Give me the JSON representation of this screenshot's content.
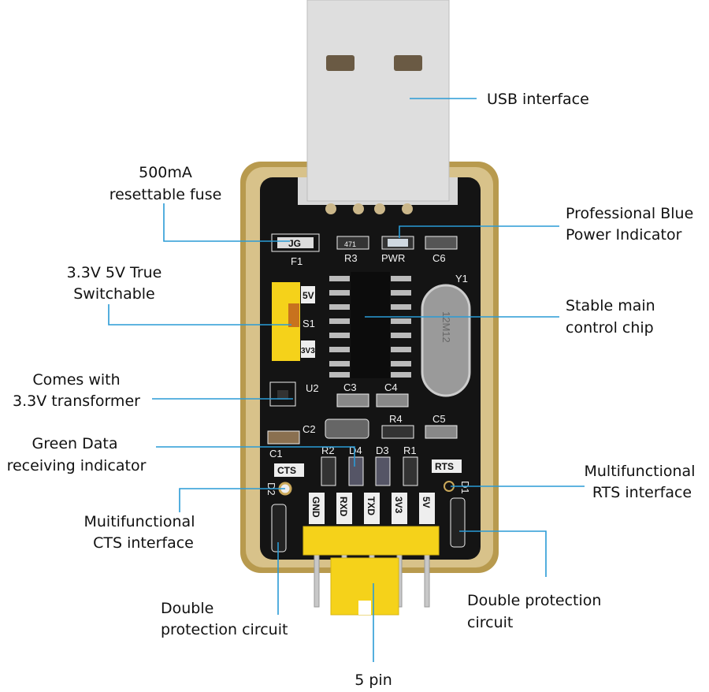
{
  "callouts": {
    "usb": "USB interface",
    "fuse": [
      "500mA",
      "resettable fuse"
    ],
    "power_led": [
      "Professional Blue",
      "Power Indicator"
    ],
    "switch": [
      "3.3V 5V True",
      "Switchable"
    ],
    "chip": [
      "Stable main",
      "control chip"
    ],
    "transformer": [
      "Comes with",
      "3.3V transformer"
    ],
    "data_led": [
      "Green Data",
      "receiving indicator"
    ],
    "rts": [
      "Multifunctional",
      "RTS interface"
    ],
    "cts": [
      "Muitifunctional",
      "CTS interface"
    ],
    "protect_left": [
      "Double",
      "protection circuit"
    ],
    "protect_right": [
      "Double protection",
      "circuit"
    ],
    "pins": "5 pin"
  },
  "silkscreen": {
    "f1": "F1",
    "r3": "R3",
    "pwr": "PWR",
    "c6": "C6",
    "y1": "Y1",
    "sw_5v": "5V",
    "s1": "S1",
    "sw_3v3": "3V3",
    "u2": "U2",
    "c3": "C3",
    "c4": "C4",
    "c2": "C2",
    "r4": "R4",
    "c5": "C5",
    "c1": "C1",
    "r2": "R2",
    "d4": "D4",
    "d3": "D3",
    "r1": "R1",
    "cts": "CTS",
    "rts": "RTS",
    "d2": "D2",
    "d1": "D1",
    "fuse_mark": "JG",
    "r3_mark": "471",
    "crystal": "12M12",
    "pins": [
      "GND",
      "RXD",
      "TXD",
      "3V3",
      "5V"
    ]
  },
  "colors": {
    "board": "#111111",
    "gold": "#c9a85a",
    "callout_line": "#2a9bd6",
    "header": "#f5d21a"
  }
}
